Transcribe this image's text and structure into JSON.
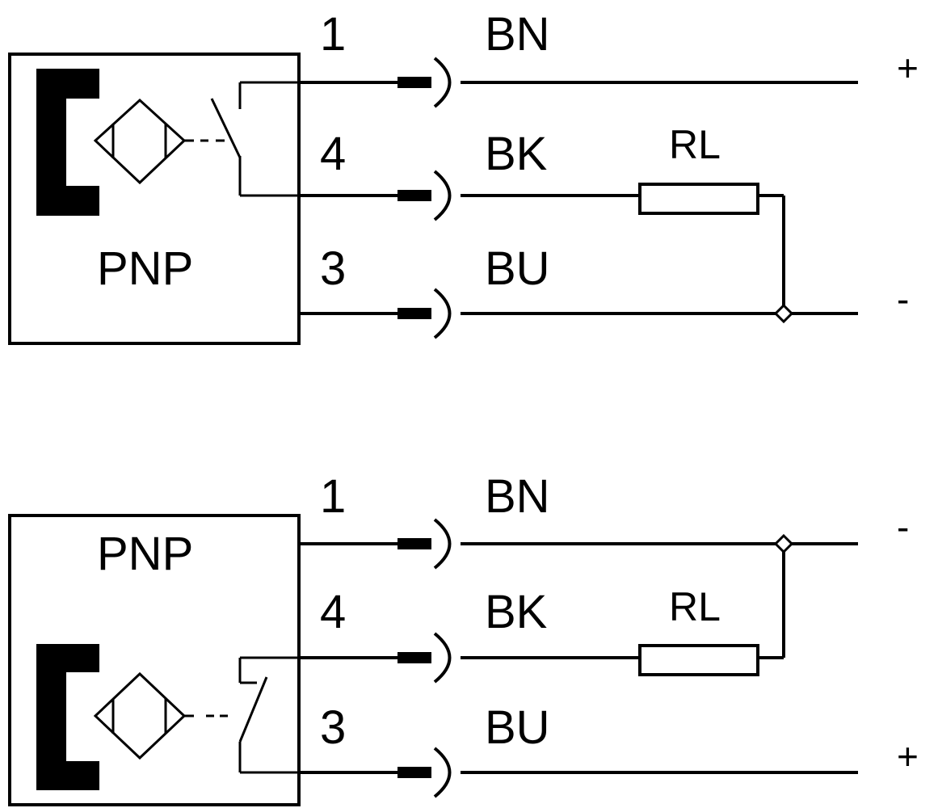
{
  "diagram_top": {
    "type_label": "PNP",
    "pins": [
      {
        "number": "1",
        "color": "BN",
        "supply": "+"
      },
      {
        "number": "4",
        "color": "BK"
      },
      {
        "number": "3",
        "color": "BU",
        "supply": "-"
      }
    ],
    "load_label": "RL"
  },
  "diagram_bottom": {
    "type_label": "PNP",
    "pins": [
      {
        "number": "1",
        "color": "BN",
        "supply": "-"
      },
      {
        "number": "4",
        "color": "BK"
      },
      {
        "number": "3",
        "color": "BU",
        "supply": "+"
      }
    ],
    "load_label": "RL"
  }
}
